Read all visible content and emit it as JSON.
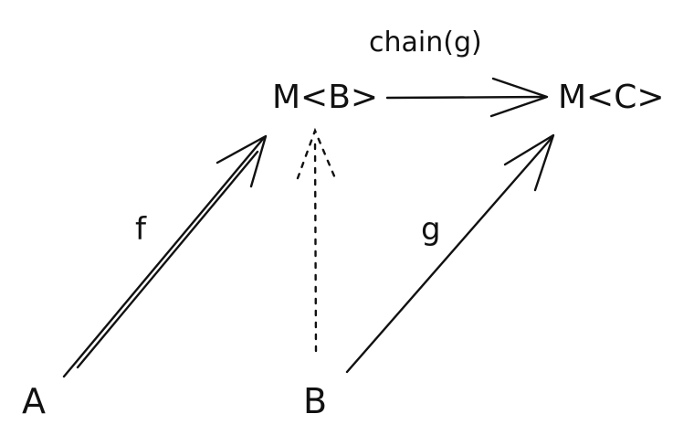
{
  "nodes": {
    "mb": {
      "label": "M<B>"
    },
    "mc": {
      "label": "M<C>"
    },
    "a": {
      "label": "A"
    },
    "b": {
      "label": "B"
    }
  },
  "edges": {
    "chain": {
      "label": "chain(g)"
    },
    "f": {
      "label": "f"
    },
    "g": {
      "label": "g"
    },
    "lift": {
      "style": "dotted"
    }
  },
  "colors": {
    "ink": "#111111",
    "background": "#ffffff"
  }
}
